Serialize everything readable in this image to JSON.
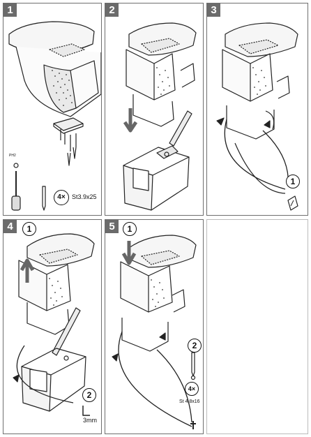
{
  "steps": [
    {
      "number": "1",
      "screw_qty": "4×",
      "screw_spec": "St3.9x25",
      "tool_label": "PH2"
    },
    {
      "number": "2"
    },
    {
      "number": "3",
      "callout": "1"
    },
    {
      "number": "4",
      "callout_top": "1",
      "callout_bottom": "2",
      "tool_size": "3mm"
    },
    {
      "number": "5",
      "callout_top": "1",
      "callout_mid": "2",
      "screw_qty": "4×",
      "screw_spec": "St 4,8x16"
    }
  ]
}
